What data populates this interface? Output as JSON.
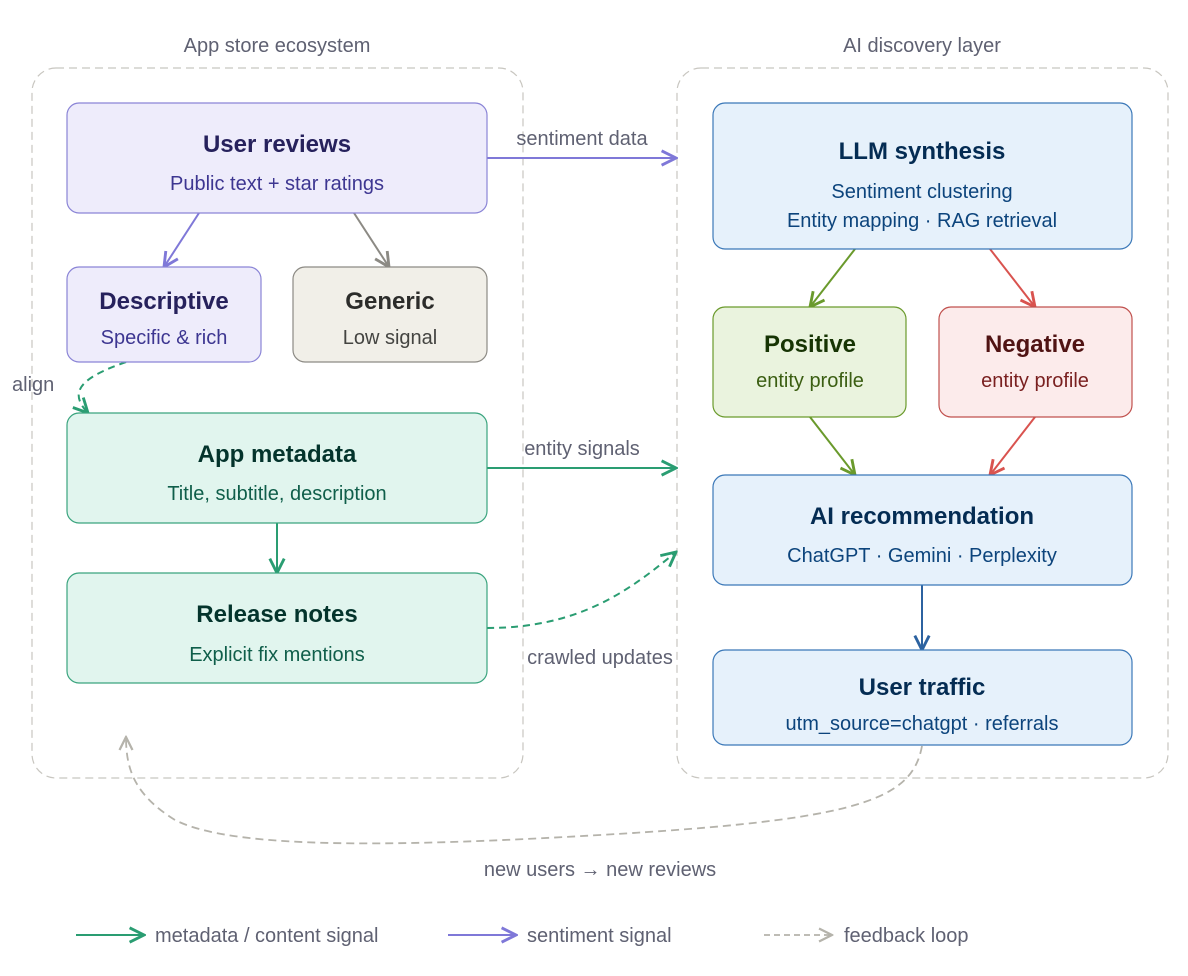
{
  "groups": {
    "app_store": {
      "title": "App store ecosystem"
    },
    "ai_layer": {
      "title": "AI discovery layer"
    }
  },
  "nodes": {
    "user_reviews": {
      "title": "User reviews",
      "sub": "Public text + star ratings"
    },
    "descriptive": {
      "title": "Descriptive",
      "sub": "Specific & rich"
    },
    "generic": {
      "title": "Generic",
      "sub": "Low signal"
    },
    "app_metadata": {
      "title": "App metadata",
      "sub": "Title, subtitle, description"
    },
    "release_notes": {
      "title": "Release notes",
      "sub": "Explicit fix mentions"
    },
    "llm_synthesis": {
      "title": "LLM synthesis",
      "sub1": "Sentiment clustering",
      "sub2": "Entity mapping · RAG retrieval"
    },
    "positive": {
      "title": "Positive",
      "sub": "entity profile"
    },
    "negative": {
      "title": "Negative",
      "sub": "entity profile"
    },
    "ai_recommendation": {
      "title": "AI recommendation",
      "sub": "ChatGPT · Gemini · Perplexity"
    },
    "user_traffic": {
      "title": "User traffic",
      "sub": "utm_source=chatgpt · referrals"
    }
  },
  "edges": {
    "sentiment_data": "sentiment data",
    "entity_signals": "entity signals",
    "crawled_updates": "crawled updates",
    "align": "align",
    "feedback": "new users → new reviews"
  },
  "legend": {
    "metadata": "metadata / content signal",
    "sentiment": "sentiment signal",
    "feedback": "feedback loop"
  },
  "colors": {
    "green": "#2a9d72",
    "purple": "#7f78d8",
    "gray_dash": "#b5b3ab",
    "blue": "#2c62a0",
    "olive": "#6a9a2c",
    "red": "#d9534f"
  }
}
